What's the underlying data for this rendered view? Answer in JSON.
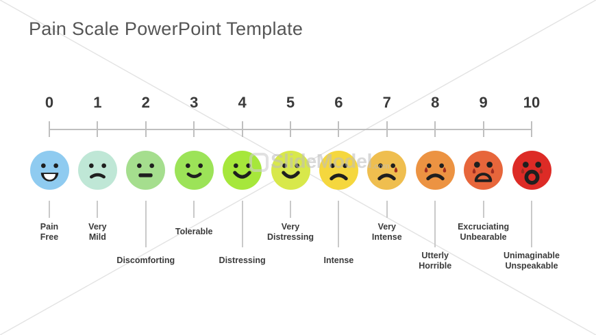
{
  "slide": {
    "title": "Pain Scale PowerPoint Template",
    "colors": {
      "background": "#FFFFFF",
      "title_text": "#555555",
      "scale_text": "#3A3A3A",
      "axis_line": "#BFBFBF",
      "connector_line": "#C9C9C9",
      "diagonal_watermark_line": "#E2E2E2",
      "face_features": "#1F1F1F",
      "tear": "#A02C20"
    }
  },
  "watermark": {
    "brand": "SlideModel",
    "suffix": ".com",
    "logo_icon": "slidemodel-rounded-square-logo"
  },
  "scale": {
    "points": [
      {
        "value": "0",
        "label_lines": [
          "Pain",
          "Free"
        ],
        "label_position": "upper",
        "face": "laughing-face",
        "face_color": "#8FCBF0",
        "tears": []
      },
      {
        "value": "1",
        "label_lines": [
          "Very",
          "Mild"
        ],
        "label_position": "upper",
        "face": "worried-face",
        "face_color": "#BFE7D6",
        "tears": []
      },
      {
        "value": "2",
        "label_lines": [
          "Discomforting"
        ],
        "label_position": "lower",
        "face": "neutral-face",
        "face_color": "#A5DE8E",
        "tears": []
      },
      {
        "value": "3",
        "label_lines": [
          "Tolerable"
        ],
        "label_position": "upper",
        "face": "slight-smile-face",
        "face_color": "#9CE358",
        "tears": []
      },
      {
        "value": "4",
        "label_lines": [
          "Distressing"
        ],
        "label_position": "lower",
        "face": "smiling-face",
        "face_color": "#A6E73B",
        "tears": []
      },
      {
        "value": "5",
        "label_lines": [
          "Very",
          "Distressing"
        ],
        "label_position": "upper",
        "face": "smiling-face",
        "face_color": "#D8E84B",
        "tears": []
      },
      {
        "value": "6",
        "label_lines": [
          "Intense"
        ],
        "label_position": "lower",
        "face": "frowning-face",
        "face_color": "#F5D73E",
        "tears": []
      },
      {
        "value": "7",
        "label_lines": [
          "Very",
          "Intense"
        ],
        "label_position": "upper",
        "face": "sad-tear-face",
        "face_color": "#EFBE4F",
        "tears": [
          "right"
        ]
      },
      {
        "value": "8",
        "label_lines": [
          "Utterly",
          "Horrible"
        ],
        "label_position": "lower",
        "face": "crying-face",
        "face_color": "#EC9342",
        "tears": [
          "left",
          "right"
        ]
      },
      {
        "value": "9",
        "label_lines": [
          "Excruciating",
          "Unbearable"
        ],
        "label_position": "upper",
        "face": "wailing-face",
        "face_color": "#E7663B",
        "tears": [
          "left",
          "right"
        ]
      },
      {
        "value": "10",
        "label_lines": [
          "Unimaginable",
          "Unspeakable"
        ],
        "label_position": "lower",
        "face": "screaming-face",
        "face_color": "#DD2B26",
        "tears": [
          "left",
          "right"
        ]
      }
    ]
  }
}
